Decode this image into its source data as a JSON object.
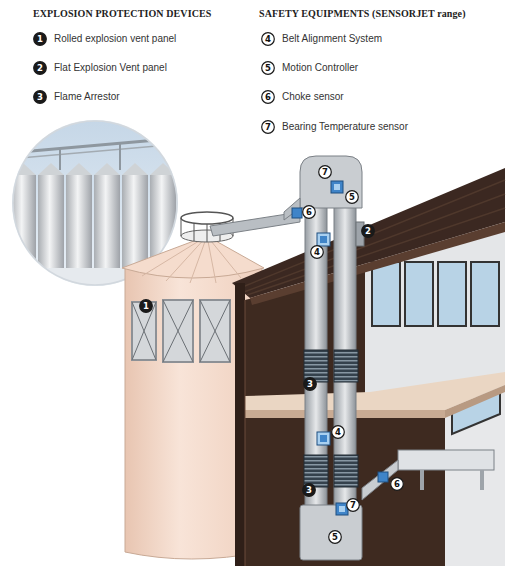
{
  "diagram": {
    "nodes": [
      {
        "text": [
          "1"
        ]
      },
      {
        "text": [
          "2"
        ]
      },
      {
        "text": [
          "3"
        ]
      },
      {
        "text": [
          "4"
        ]
      },
      {
        "text": [
          "5"
        ]
      },
      {
        "text": [
          "6"
        ]
      },
      {
        "text": [
          "7"
        ]
      },
      {
        "text": [
          "7"
        ]
      },
      {
        "text": [
          "5"
        ]
      },
      {
        "text": [
          "6"
        ]
      },
      {
        "text": [
          "2"
        ]
      },
      {
        "text": [
          "4"
        ]
      },
      {
        "text": [
          "1"
        ]
      },
      {
        "text": [
          "3"
        ]
      },
      {
        "text": [
          "4"
        ]
      },
      {
        "text": [
          "6"
        ]
      },
      {
        "text": [
          "3"
        ]
      },
      {
        "text": [
          "7"
        ]
      },
      {
        "text": [
          "5"
        ]
      }
    ],
    "labels": [
      "EXPLOSION PROTECTION DEVICES",
      "SAFETY EQUIPMENTS (SENSORJET range)"
    ],
    "legend": [
      {
        "text": "Rolled explosion vent panel"
      },
      {
        "text": "Flat Explosion Vent panel"
      },
      {
        "text": "Flame Arrestor"
      },
      {
        "text": "Belt Alignment System"
      },
      {
        "text": "Motion Controller"
      },
      {
        "text": "Choke sensor"
      },
      {
        "text": "Bearing Temperature sensor"
      }
    ]
  }
}
